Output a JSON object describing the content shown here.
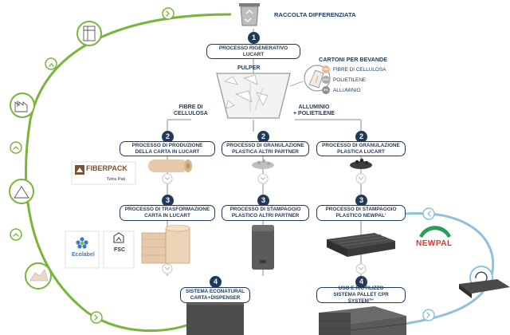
{
  "header": {
    "title": "RACCOLTA DIFFERENZIATA"
  },
  "step1": {
    "number": "1",
    "box": [
      "PROCESSO RIGENERATIVO",
      "LUCART"
    ]
  },
  "pulper": {
    "label": "PULPER"
  },
  "legend": {
    "title": "CARTONI PER BEVANDE",
    "items": [
      {
        "code": "75%",
        "label": "FIBRE DI CELLULOSA",
        "color": "#e9b98a"
      },
      {
        "code": "20%",
        "label": "POLIETILENE",
        "color": "#a9a9a9"
      },
      {
        "code": "5%",
        "label": "ALLUMINIO",
        "color": "#8d8d8d"
      }
    ]
  },
  "branch_labels": {
    "left": [
      "FIBRE DI",
      "CELLULOSA"
    ],
    "right": [
      "ALLUMINIO",
      "+ POLIETILENE"
    ]
  },
  "step2": {
    "number": "2",
    "left": [
      "PROCESSO DI PRODUZIONE",
      "DELLA CARTA IN LUCART"
    ],
    "middle": [
      "PROCESSO DI GRANULAZIONE",
      "PLASTICA ALTRI PARTNER"
    ],
    "right": [
      "PROCESSO DI GRANULAZIONE",
      "PLASTICA LUCART"
    ]
  },
  "step3": {
    "number": "3",
    "left": [
      "PROCESSO DI TRASFORMAZIONE",
      "CARTA IN LUCART"
    ],
    "middle": [
      "PROCESSO DI STAMPAGGIO",
      "PLASTICO ALTRI PARTNER"
    ],
    "right": [
      "PROCESSO DI STAMPAGGIO",
      "PLASTICO NEWPAL'"
    ]
  },
  "step4": {
    "number": "4",
    "left": [
      "SISTEMA ECONATURAL",
      "CARTA+DISPENSER"
    ],
    "right": [
      "USO E RIUTILIZZO",
      "SISTEMA PALLET CPR SYSTEM™"
    ]
  },
  "logos": {
    "fiberpack": "FIBERPACK",
    "tetra": "Tetra Pak",
    "ecolabel": "Ecolabel",
    "fsc": "FSC",
    "newpal": "NEWPAL"
  },
  "colors": {
    "navy": "#1f3a5a",
    "green": "#7ab53b",
    "blue": "#8ec1db",
    "grey": "#c5c5c5"
  }
}
